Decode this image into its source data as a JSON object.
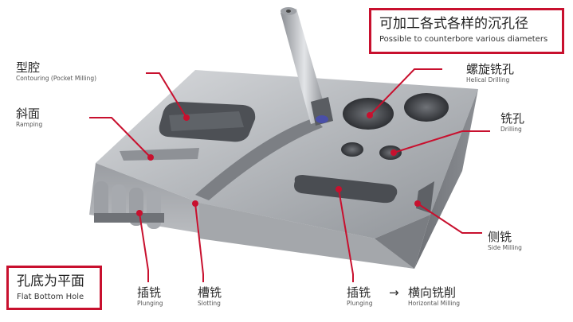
{
  "header_box": {
    "title_zh": "可加工各式各样的沉孔径",
    "title_en": "Possible to counterbore various diameters"
  },
  "flat_bottom_box": {
    "title_zh": "孔底为平面",
    "title_en": "Flat Bottom Hole"
  },
  "callouts": {
    "contouring": {
      "zh": "型腔",
      "en": "Contouring (Pocket Milling)"
    },
    "ramping": {
      "zh": "斜面",
      "en": "Ramping"
    },
    "helical": {
      "zh": "螺旋铣孔",
      "en": "Helical Drilling"
    },
    "drilling": {
      "zh": "铣孔",
      "en": "Drilling"
    },
    "side_milling": {
      "zh": "侧铣",
      "en": "Side Milling"
    },
    "plunging_left": {
      "zh": "插铣",
      "en": "Plunging"
    },
    "slotting": {
      "zh": "槽铣",
      "en": "Slotting"
    },
    "plunging_right": {
      "zh": "插铣",
      "en": "Plunging"
    },
    "horizontal": {
      "zh": "横向铣削",
      "en": "Horizontal Milling",
      "arrow": "→"
    }
  },
  "colors": {
    "accent": "#c8102e",
    "metal_light": "#b9bcc0",
    "metal_dark": "#5e6166"
  }
}
